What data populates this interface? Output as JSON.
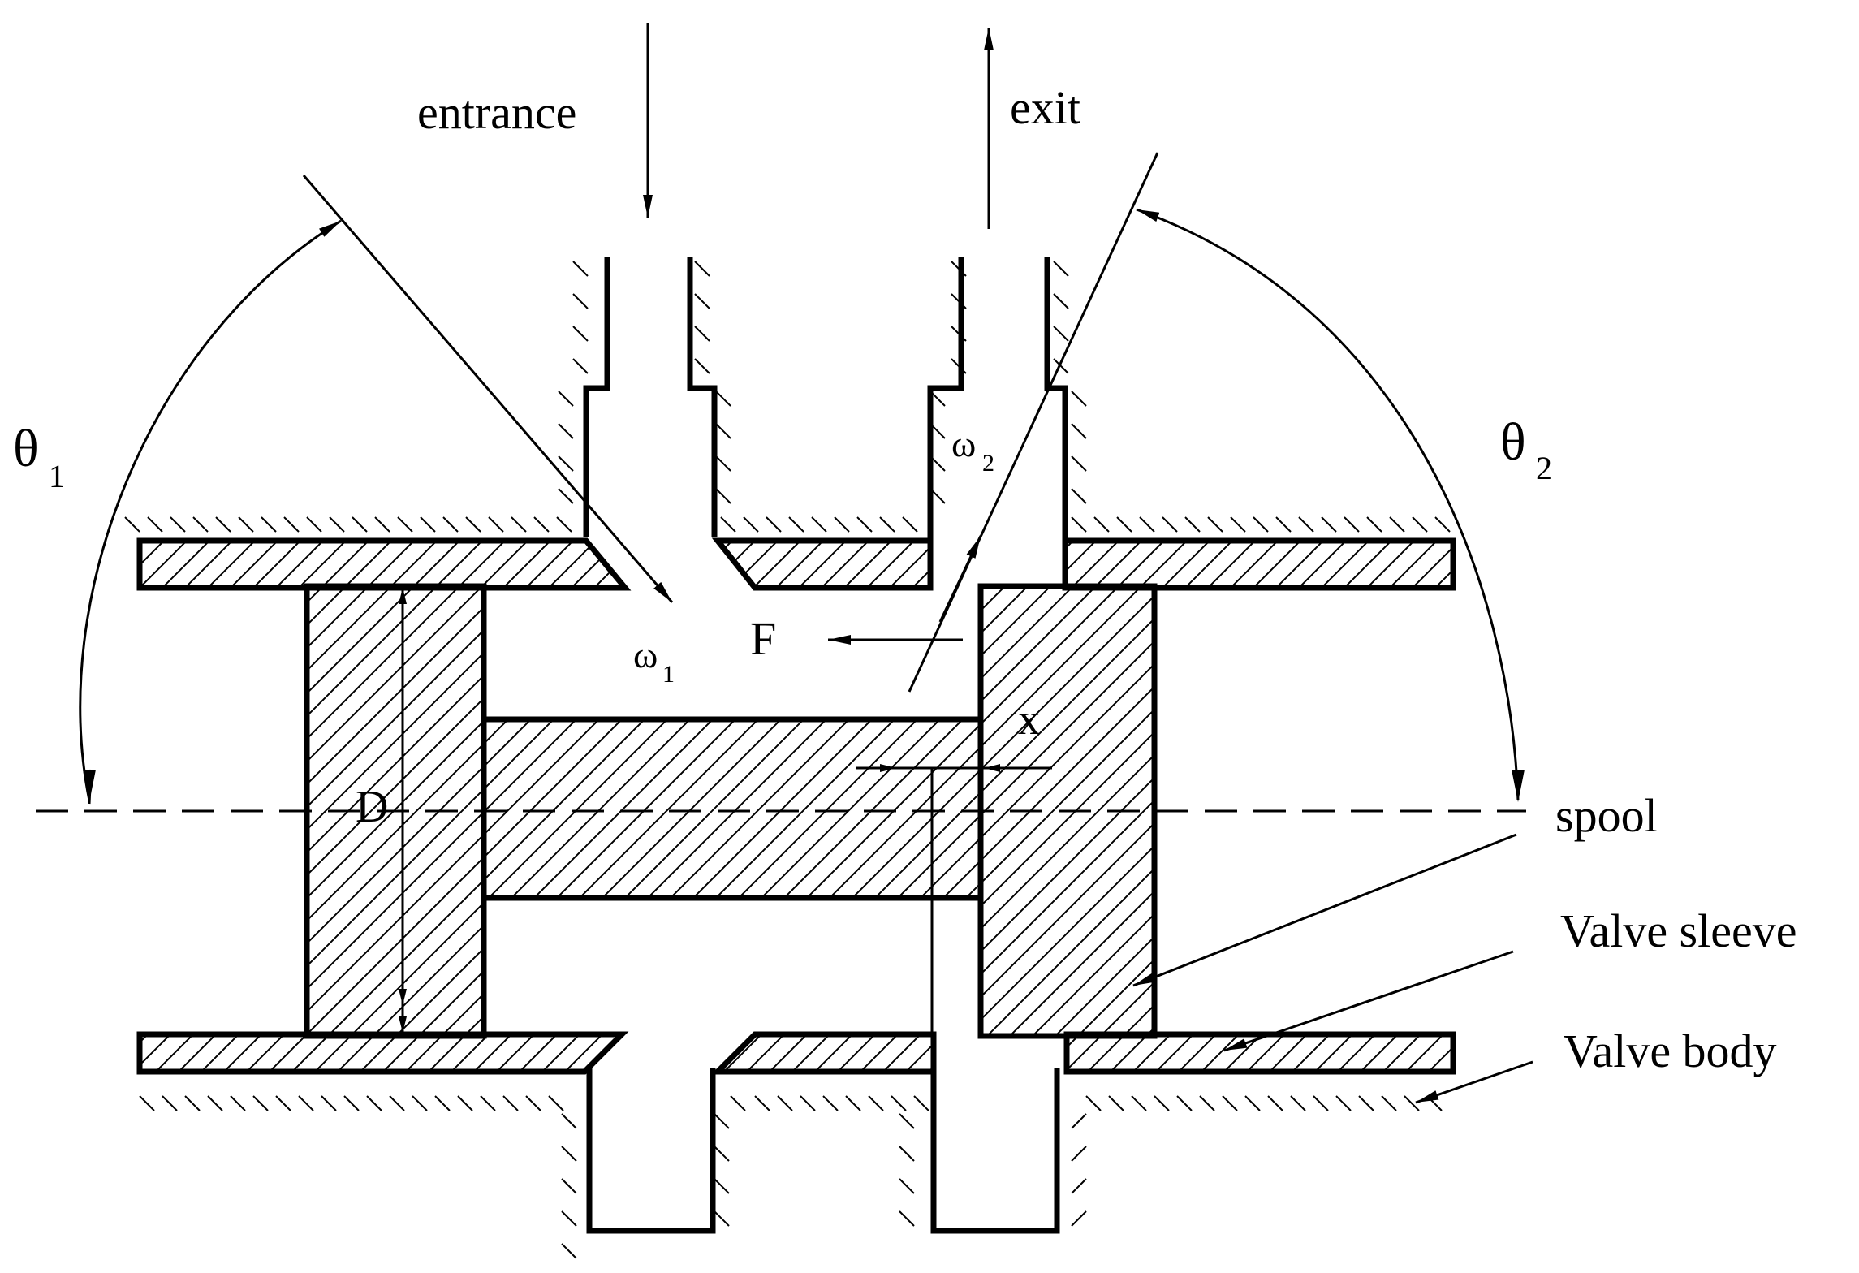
{
  "labels": {
    "entrance": "entrance",
    "exit": "exit",
    "theta1": "θ",
    "theta1_sub": "1",
    "theta2": "θ",
    "theta2_sub": "2",
    "omega1": "ω",
    "omega1_sub": "1",
    "omega2": "ω",
    "omega2_sub": "2",
    "force": "F",
    "diameter": "D",
    "displacement": "x",
    "spool": "spool",
    "valve_sleeve": "Valve sleeve",
    "valve_body": "Valve body"
  },
  "colors": {
    "ink": "#000000",
    "background": "#ffffff"
  }
}
